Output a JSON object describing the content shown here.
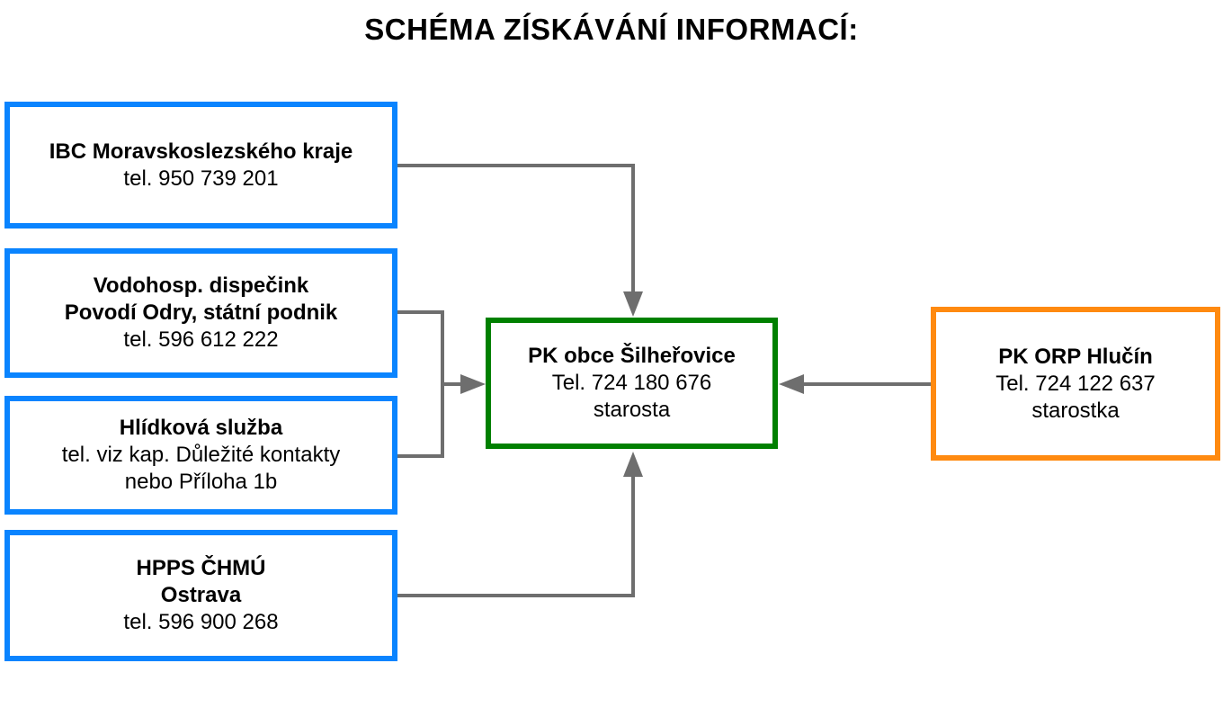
{
  "title": "SCHÉMA ZÍSKÁVÁNÍ INFORMACÍ:",
  "colors": {
    "source_border": "#0a84ff",
    "center_border": "#008000",
    "orp_border": "#ff8a10",
    "arrow": "#6e6e6e"
  },
  "sources": [
    {
      "lines": [
        "IBC Moravskoslezského kraje"
      ],
      "detail": [
        "tel. 950 739 201"
      ]
    },
    {
      "lines": [
        "Vodohosp. dispečink",
        "Povodí Odry, státní podnik"
      ],
      "detail": [
        "tel. 596 612 222"
      ]
    },
    {
      "lines": [
        "Hlídková služba"
      ],
      "detail": [
        "tel. viz kap. Důležité kontakty",
        "nebo Příloha 1b"
      ]
    },
    {
      "lines": [
        "HPPS ČHMÚ",
        "Ostrava"
      ],
      "detail": [
        "tel. 596 900 268"
      ]
    }
  ],
  "center": {
    "name": "PK obce Šilheřovice",
    "phone": "Tel. 724 180 676",
    "role": "starosta"
  },
  "orp": {
    "name": "PK ORP Hlučín",
    "phone": "Tel. 724 122 637",
    "role": "starostka"
  }
}
